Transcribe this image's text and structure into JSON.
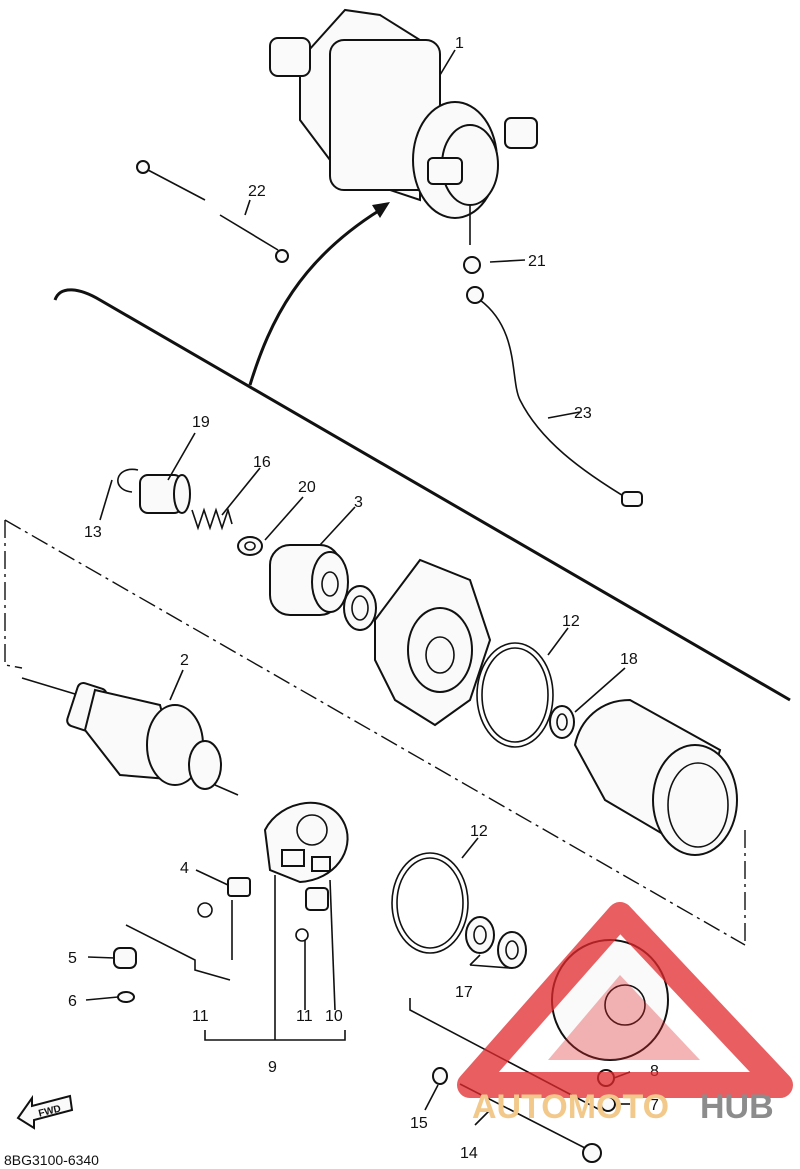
{
  "diagram": {
    "part_labels": [
      "1",
      "2",
      "3",
      "4",
      "5",
      "6",
      "7",
      "8",
      "9",
      "10",
      "11",
      "11",
      "11",
      "12",
      "12",
      "13",
      "14",
      "15",
      "16",
      "17",
      "18",
      "19",
      "20",
      "21",
      "22",
      "23"
    ],
    "figure_code": "8BG3100-6340",
    "forward_badge": "FWD",
    "watermark": {
      "left": "AUTOMOTO",
      "right": "HUB"
    },
    "colors": {
      "line": "#111111",
      "watermark_red": "#e0282c",
      "watermark_orange": "#f2c98a",
      "watermark_gray": "#8c8c8c"
    }
  }
}
